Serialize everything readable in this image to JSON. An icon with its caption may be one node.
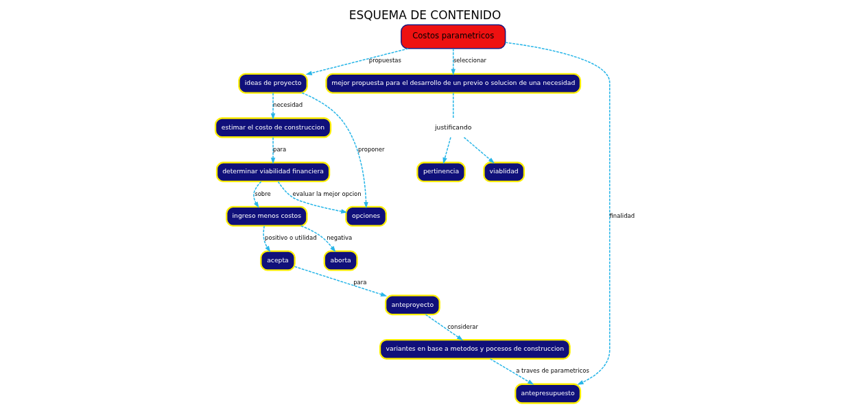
{
  "diagram": {
    "title": "ESQUEMA DE CONTENIDO",
    "nodes": [
      {
        "text": [
          "estimar el costo de construccion"
        ]
      },
      {
        "text": [
          "determinar viabilidad financiera"
        ]
      },
      {
        "text": [
          "ingreso menos costos"
        ]
      },
      {
        "text": [
          "pertinencia"
        ]
      },
      {
        "text": [
          "viablidad"
        ]
      },
      {
        "text": [
          "ideas de proyecto"
        ]
      },
      {
        "text": [
          "justificando"
        ]
      },
      {
        "text": [
          "opciones"
        ]
      },
      {
        "text": [
          "mejor propuesta para el desarrollo de un previo o solucion de una necesidad"
        ]
      },
      {
        "text": [
          "Costos parametricos"
        ]
      },
      {
        "text": [
          "acepta"
        ]
      },
      {
        "text": [
          "aborta"
        ]
      },
      {
        "text": [
          "antepresupuesto"
        ]
      },
      {
        "text": [
          "variantes en base a metodos y pocesos de construccion"
        ]
      },
      {
        "text": [
          "anteproyecto"
        ]
      }
    ],
    "edges": [
      {
        "from": 9,
        "to": 5,
        "arrow": "to",
        "label": "propuestas",
        "style": "dashed"
      },
      {
        "from": 5,
        "to": 0,
        "arrow": "to",
        "label": "necesidad",
        "style": "dashed"
      },
      {
        "from": 0,
        "to": 1,
        "arrow": "to",
        "label": "para",
        "style": "dashed"
      },
      {
        "from": 1,
        "to": 2,
        "arrow": "to",
        "label": "sobre",
        "style": "dashed"
      },
      {
        "from": 5,
        "to": 7,
        "arrow": "to",
        "label": "proponer",
        "style": "dashed"
      },
      {
        "from": 1,
        "to": 7,
        "arrow": "to",
        "label": "evaluar la mejor opcion",
        "style": "dashed"
      },
      {
        "from": 2,
        "to": 10,
        "arrow": "to",
        "label": "positivo o utilidad",
        "style": "dashed"
      },
      {
        "from": 2,
        "to": 11,
        "arrow": "to",
        "label": "negativa",
        "style": "dashed"
      },
      {
        "from": 10,
        "to": 14,
        "arrow": "to",
        "label": "para",
        "style": "dashed"
      },
      {
        "from": 14,
        "to": 13,
        "arrow": "to",
        "label": "considerar",
        "style": "dashed"
      },
      {
        "from": 13,
        "to": 12,
        "arrow": "to",
        "label": "a traves de parametricos",
        "style": "dashed"
      },
      {
        "from": 9,
        "to": 12,
        "arrow": "to",
        "label": "finalidad",
        "style": "dashed"
      },
      {
        "from": 9,
        "to": 8,
        "arrow": "to",
        "label": "seleccionar",
        "style": "dashed"
      },
      {
        "from": 8,
        "to": 6,
        "arrow": "none",
        "style": "dashed"
      },
      {
        "from": 6,
        "to": 3,
        "arrow": "to",
        "style": "dashed"
      },
      {
        "from": 6,
        "to": 4,
        "arrow": "to",
        "style": "dashed"
      }
    ]
  }
}
